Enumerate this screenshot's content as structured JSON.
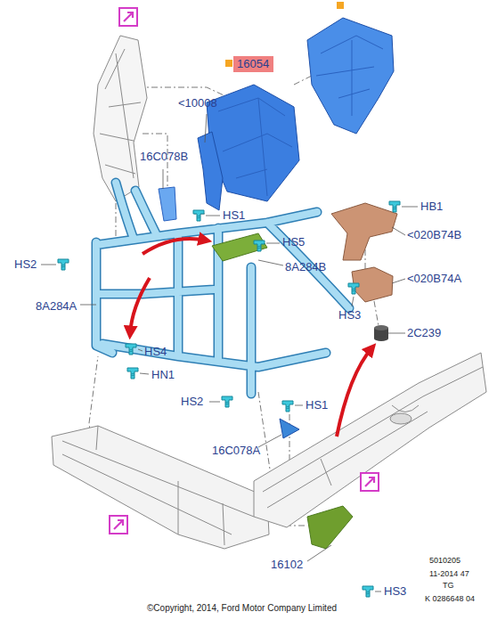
{
  "diagram": {
    "nodes": [
      {
        "text": [
          "16054"
        ]
      }
    ],
    "labels": [
      "<10008",
      "16C078B",
      "HS1",
      "HB1",
      "<020B74B",
      "HS5",
      "HS2",
      "8A284B",
      "8A284A",
      "<020B74A",
      "HS3",
      "2C239",
      "HS4",
      "HN1",
      "HS2",
      "HS1",
      "16C078A",
      "16102",
      "HS3",
      "5010205",
      "11-2014 47",
      "TG",
      "K 0286648 04",
      "©Copyright, 2014, Ford Motor Company Limited"
    ]
  }
}
